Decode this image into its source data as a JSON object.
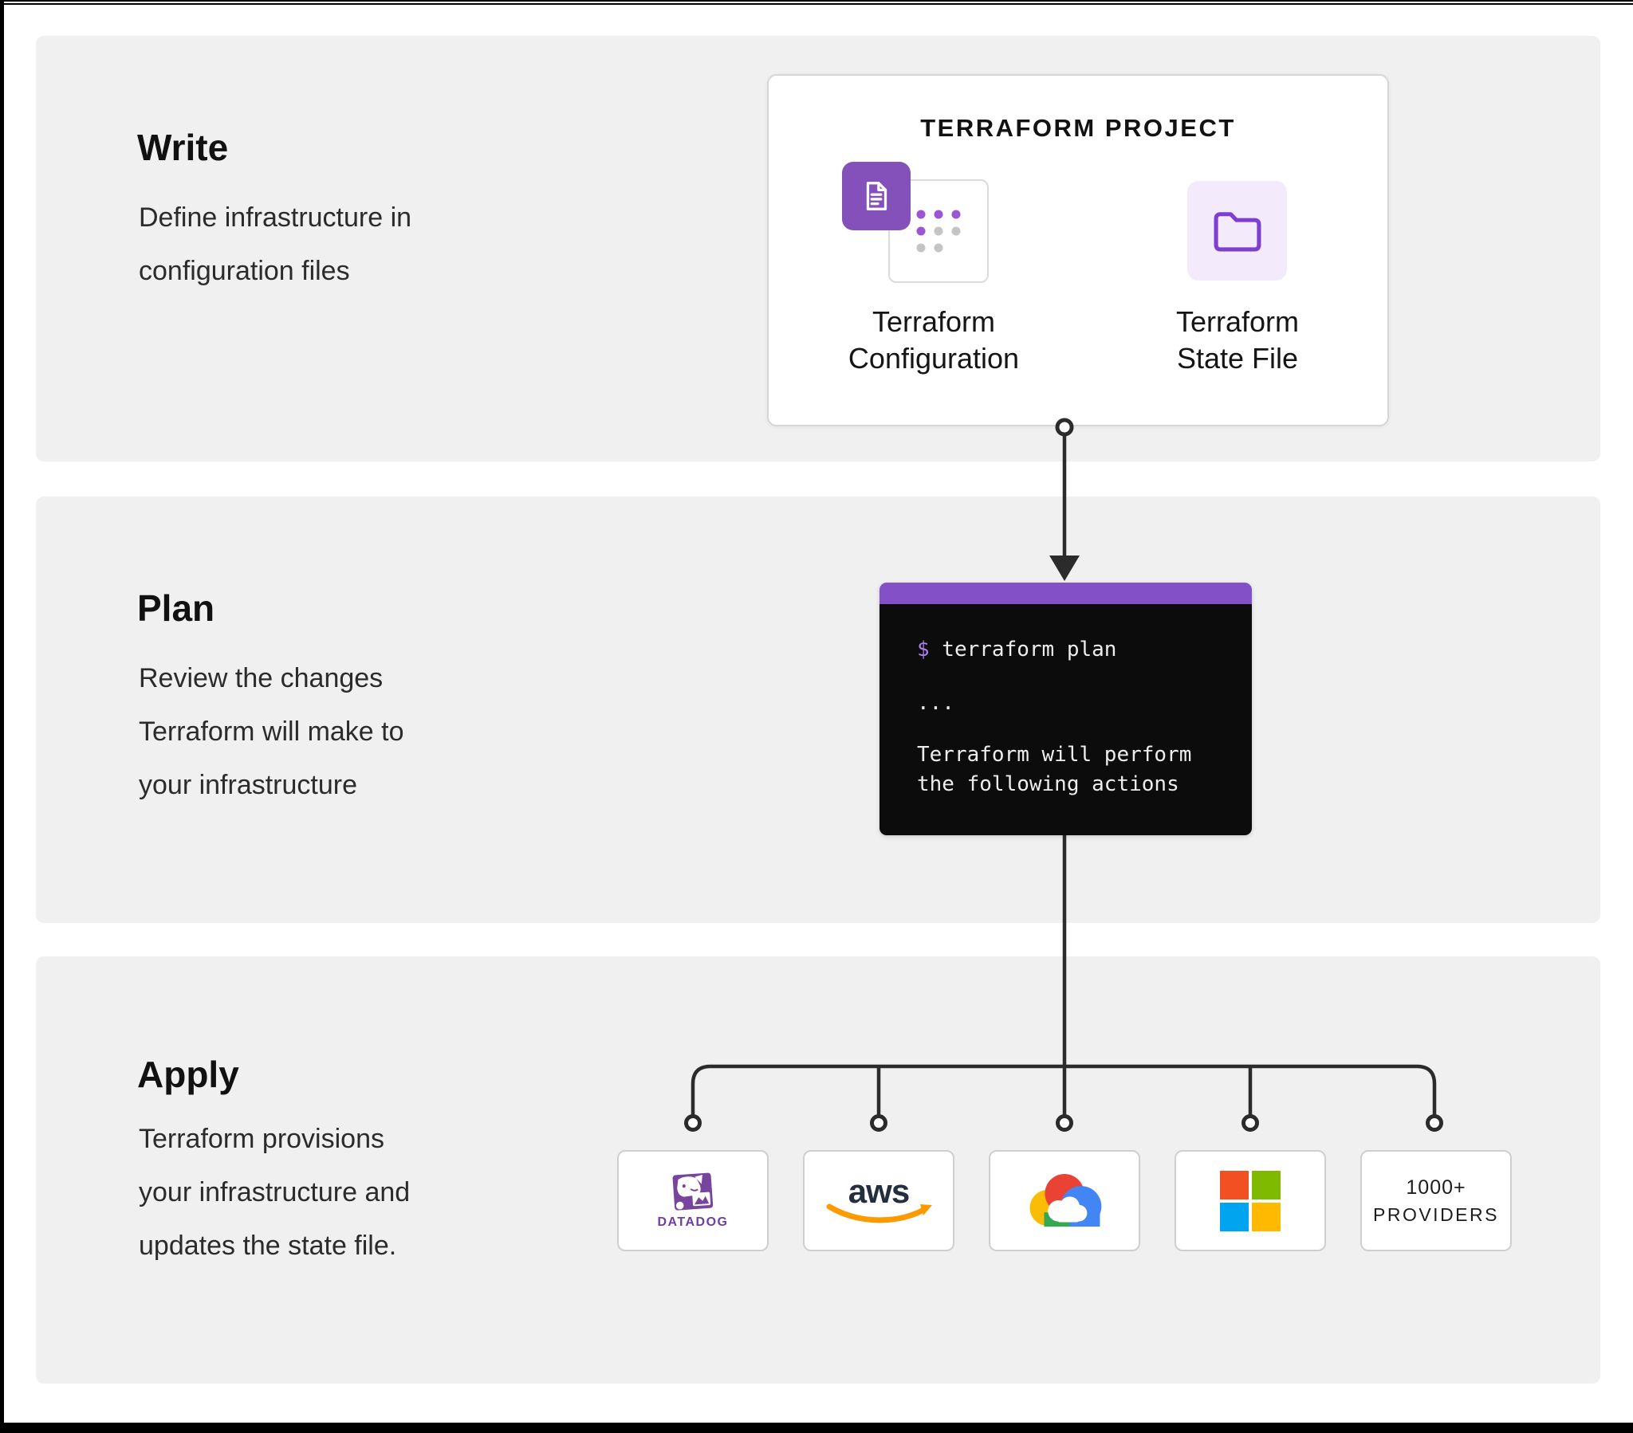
{
  "sections": {
    "write": {
      "title": "Write",
      "lines": [
        "Define infrastructure in",
        "configuration files"
      ]
    },
    "plan": {
      "title": "Plan",
      "lines": [
        "Review the changes",
        "Terraform will make to",
        "your infrastructure"
      ]
    },
    "apply": {
      "title": "Apply",
      "lines": [
        "Terraform provisions",
        "your infrastructure and",
        "updates the state file."
      ]
    }
  },
  "project_card": {
    "title": "TERRAFORM PROJECT",
    "items": [
      {
        "icon": "terraform-configuration-document",
        "label_lines": [
          "Terraform",
          "Configuration"
        ]
      },
      {
        "icon": "terraform-state-folder",
        "label_lines": [
          "Terraform",
          "State File"
        ]
      }
    ]
  },
  "terminal": {
    "prompt": "$",
    "command": " terraform plan",
    "ellipsis": "...",
    "output_lines": [
      "Terraform will perform",
      "the following actions"
    ]
  },
  "providers": [
    {
      "name": "datadog",
      "label": "DATADOG"
    },
    {
      "name": "aws",
      "label": "aws"
    },
    {
      "name": "google-cloud"
    },
    {
      "name": "microsoft"
    },
    {
      "name": "more-providers",
      "lines": [
        "1000+",
        "PROVIDERS"
      ]
    }
  ],
  "colors": {
    "band_bg": "#f0f0f0",
    "terraform_purple": "#8450ba",
    "terminal_bar_purple": "#8450c8",
    "terminal_bg": "#0c0c0c",
    "folder_tile_bg": "#f3eafb",
    "folder_stroke": "#7e3fd1",
    "dot_purple": "#9c55d3",
    "dot_gray": "#c4c4c4",
    "connector": "#2b2b2b",
    "datadog_purple": "#77459e",
    "aws_navy": "#232f3e",
    "aws_orange": "#ff9900",
    "gcp_red": "#ea4335",
    "gcp_blue": "#4285f4",
    "gcp_yellow": "#fbbc05",
    "gcp_green": "#34a853",
    "ms_red": "#f25022",
    "ms_green": "#7fba00",
    "ms_blue": "#00a4ef",
    "ms_yellow": "#ffb900"
  }
}
